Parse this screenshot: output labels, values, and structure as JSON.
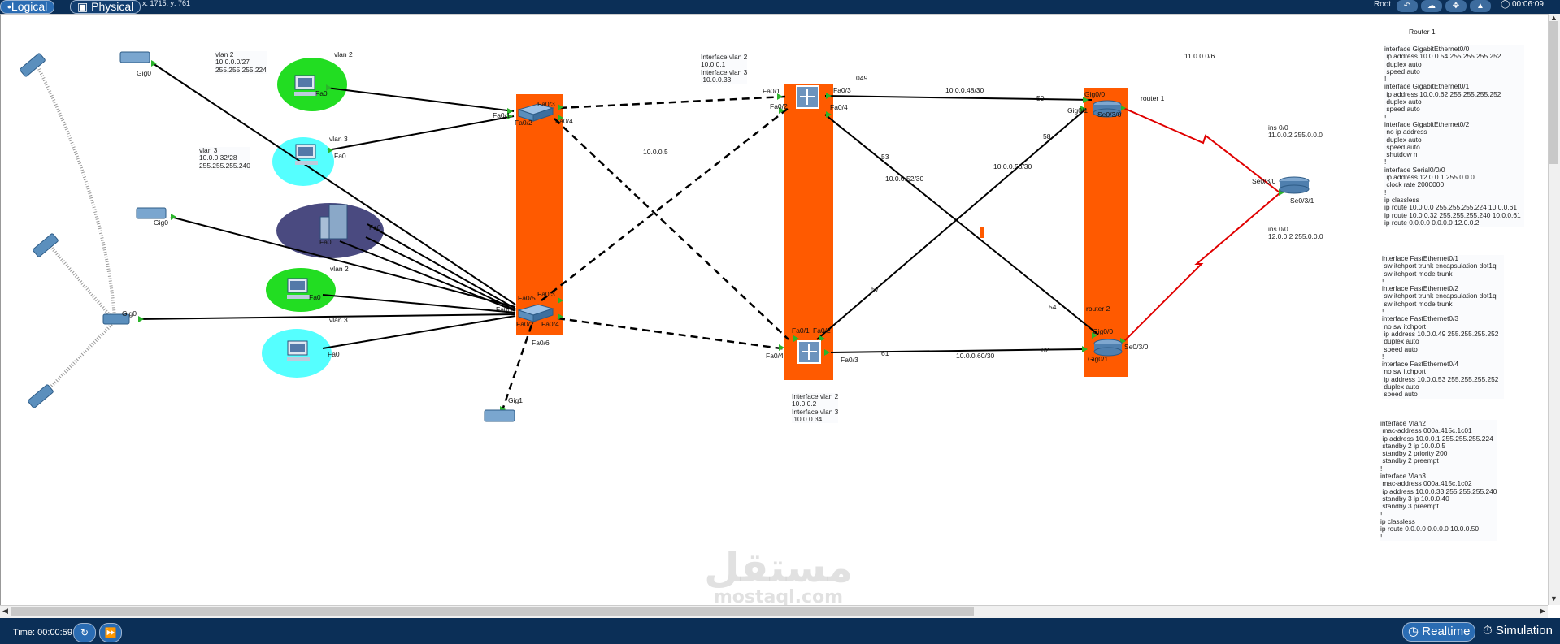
{
  "topbar": {
    "logical_label": "Logical",
    "physical_label": "Physical",
    "coords": "x: 1715, y: 761",
    "root_label": "Root",
    "clock": "00:06:09"
  },
  "bottombar": {
    "time_label": "Time: 00:00:59",
    "realtime_label": "Realtime",
    "simulation_label": "Simulation"
  },
  "notes": {
    "vlan_top_left": "vlan 2\n10.0.0.0/27\n255.255.255.224",
    "vlan3_left": "vlan 3\n10.0.0.32/28\n255.255.255.240",
    "sw1_iface": "Interface vlan 2\n10.0.0.1\nInterface vlan 3\n 10.0.0.33",
    "sw2_iface": "Interface vlan 2\n10.0.0.2\nInterface vlan 3\n 10.0.0.34",
    "r1_cfg": "interface GigabitEthernet0/0\n ip address 10.0.0.54 255.255.255.252\n duplex auto\n speed auto\n!\ninterface GigabitEthernet0/1\n ip address 10.0.0.62 255.255.255.252\n duplex auto\n speed auto\n!\ninterface GigabitEthernet0/2\n no ip address\n duplex auto\n speed auto\n shutdow n\n!\ninterface Serial0/0/0\n ip address 12.0.0.1 255.0.0.0\n clock rate 2000000\n!\nip classless\nip route 10.0.0.0 255.255.255.224 10.0.0.61\nip route 10.0.0.32 255.255.255.240 10.0.0.61\nip route 0.0.0.0 0.0.0.0 12.0.0.2",
    "switch_cfg": "interface FastEthernet0/1\n sw itchport trunk encapsulation dot1q\n sw itchport mode trunk\n!\ninterface FastEthernet0/2\n sw itchport trunk encapsulation dot1q\n sw itchport mode trunk\n!\ninterface FastEthernet0/3\n no sw itchport\n ip address 10.0.0.49 255.255.255.252\n duplex auto\n speed auto\n!\ninterface FastEthernet0/4\n no sw itchport\n ip address 10.0.0.53 255.255.255.252\n duplex auto\n speed auto",
    "vlan_cfg": "interface Vlan2\n mac-address 000a.415c.1c01\n ip address 10.0.0.1 255.255.255.224\n standby 2 ip 10.0.0.5\n standby 2 priority 200\n standby 2 preempt\n!\ninterface Vlan3\n mac-address 000a.415c.1c02\n ip address 10.0.0.33 255.255.255.240\n standby 3 ip 10.0.0.40\n standby 3 preempt\n!\nip classless\nip route 0.0.0.0 0.0.0.0 10.0.0.50\n!",
    "ins_top": "ins 0/0\n11.0.0.2 255.0.0.0",
    "ins_bottom": "ins 0/0\n12.0.0.2 255.0.0.0"
  },
  "labels": {
    "gig0_a": "Gig0",
    "gig0_b": "Gig0",
    "gig0_c": "Gig0",
    "gig1": "Gig1",
    "vlan2_a": "vlan 2",
    "vlan3_a": "vlan 3",
    "vlan2_b": "vlan 2",
    "vlan3_b": "vlan 3",
    "fa0_pc1": "Fa0",
    "fa0_pc2": "Fa0",
    "fa0_srv1": "Fa0",
    "fa0_srv2": "Fa0",
    "fa0_pc3": "Fa0",
    "fa0_pc4": "Fa0",
    "asw1_fa03": "Fa0/3",
    "asw1_fa01": "Fa0/1",
    "asw1_fa02": "Fa0/2",
    "asw1_fa04": "Fa0/4",
    "asw2_fa03": "Fa0/3",
    "asw2_fa05": "Fa0/5",
    "asw2_fa07": "Fa0/7",
    "asw2_fa02": "Fa0/2",
    "asw2_fa04": "Fa0/4",
    "asw2_fa06": "Fa0/6",
    "msw1_fa01": "Fa0/1",
    "msw1_fa02": "Fa0/2",
    "msw1_fa03": "Fa0/3",
    "msw1_fa04": "Fa0/4",
    "msw2_fa01": "Fa0/1",
    "msw2_fa02": "Fa0/2",
    "msw2_fa04": "Fa0/4",
    "msw2_fa03": "Fa0/3",
    "r1_gig00": "Gig0/0",
    "r1_gig01": "Gig0/1",
    "r1_se030": "Se0/3/0",
    "r2_gig00": "Gig0/0",
    "r2_gig01": "Gig0/1",
    "r2_se030": "Se0/3/0",
    "isp_se030": "Se0/3/0",
    "isp_se031": "Se0/3/1",
    "net_1005": "10.0.0.5",
    "n049": "049",
    "net_4830": "10.0.0.48/30",
    "n50": "50",
    "n58": "58",
    "n53": "53",
    "net_5230": "10.0.0.52/30",
    "net_5630": "10.0.0.56/30",
    "n57": "57",
    "n54": "54",
    "n61": "61",
    "net_6030": "10.0.0.60/30",
    "n62": "62",
    "net_11006": "11.0.0.0/6",
    "router1_name": "router 1",
    "router2_name": "router 2",
    "router1_cfg_title": "Router 1"
  },
  "watermark": {
    "arabic": "مستقل",
    "latin": "mostaql.com"
  },
  "colors": {
    "area_orange": "#ff5a00",
    "serial_red": "#e00000",
    "pc_green": "#22dd22",
    "pc_cyan": "#55ffff",
    "server_purple": "#4a4a80",
    "link_green": "#2bb52b"
  }
}
